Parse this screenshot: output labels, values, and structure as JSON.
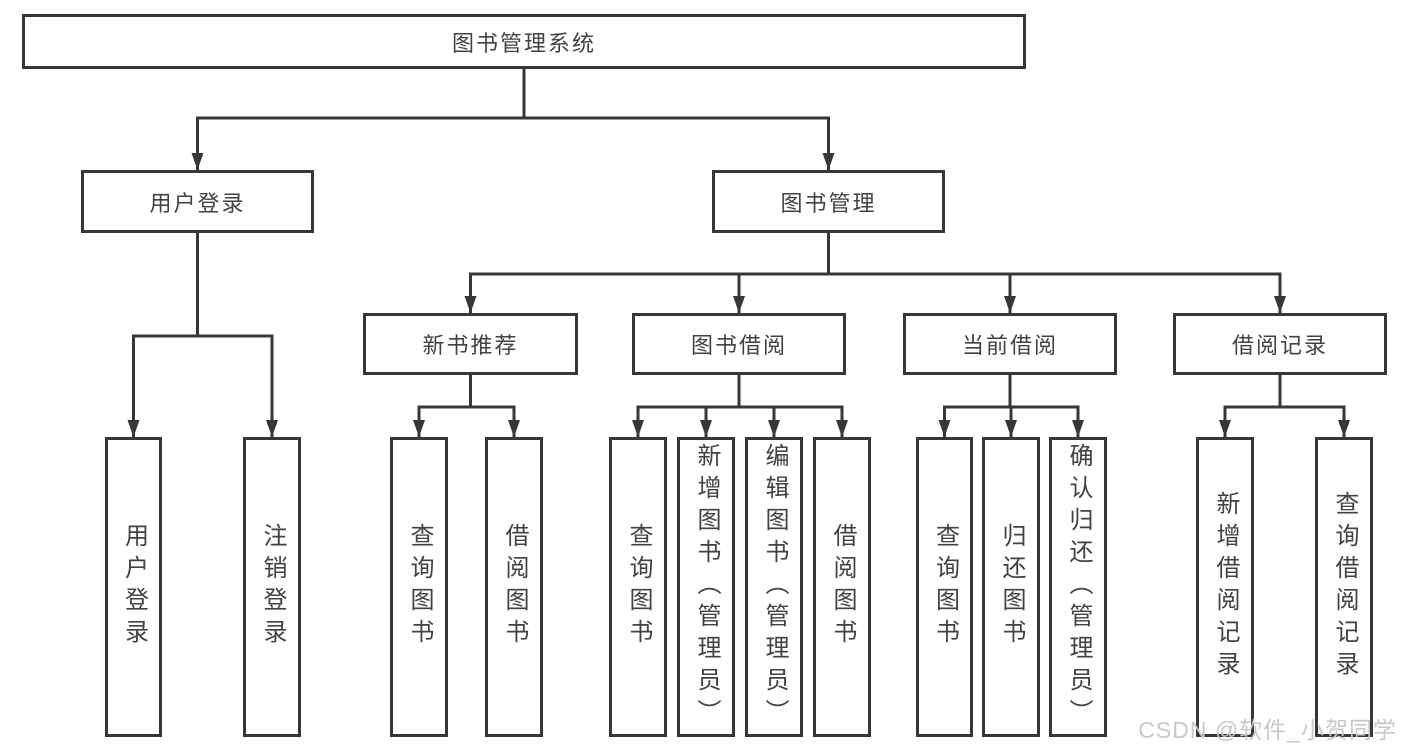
{
  "diagram": {
    "type": "hierarchy-tree",
    "title": "图书管理系统"
  },
  "tree": {
    "label": "图书管理系统",
    "children": [
      {
        "label": "用户登录",
        "children": [
          {
            "label": "用户登录"
          },
          {
            "label": "注销登录"
          }
        ]
      },
      {
        "label": "图书管理",
        "children": [
          {
            "label": "新书推荐",
            "children": [
              {
                "label": "查询图书"
              },
              {
                "label": "借阅图书"
              }
            ]
          },
          {
            "label": "图书借阅",
            "children": [
              {
                "label": "查询图书"
              },
              {
                "label": "新增图书（管理员）"
              },
              {
                "label": "编辑图书（管理员）"
              },
              {
                "label": "借阅图书"
              }
            ]
          },
          {
            "label": "当前借阅",
            "children": [
              {
                "label": "查询图书"
              },
              {
                "label": "归还图书"
              },
              {
                "label": "确认归还（管理员）"
              }
            ]
          },
          {
            "label": "借阅记录",
            "children": [
              {
                "label": "新增借阅记录"
              },
              {
                "label": "查询借阅记录"
              }
            ]
          }
        ]
      }
    ]
  },
  "watermark": {
    "text": "CSDN @软件_小贺同学"
  },
  "colors": {
    "line": "#373737",
    "box_border": "#373737",
    "text": "#424242",
    "watermark": "#c8c8c8",
    "background": "#ffffff"
  }
}
